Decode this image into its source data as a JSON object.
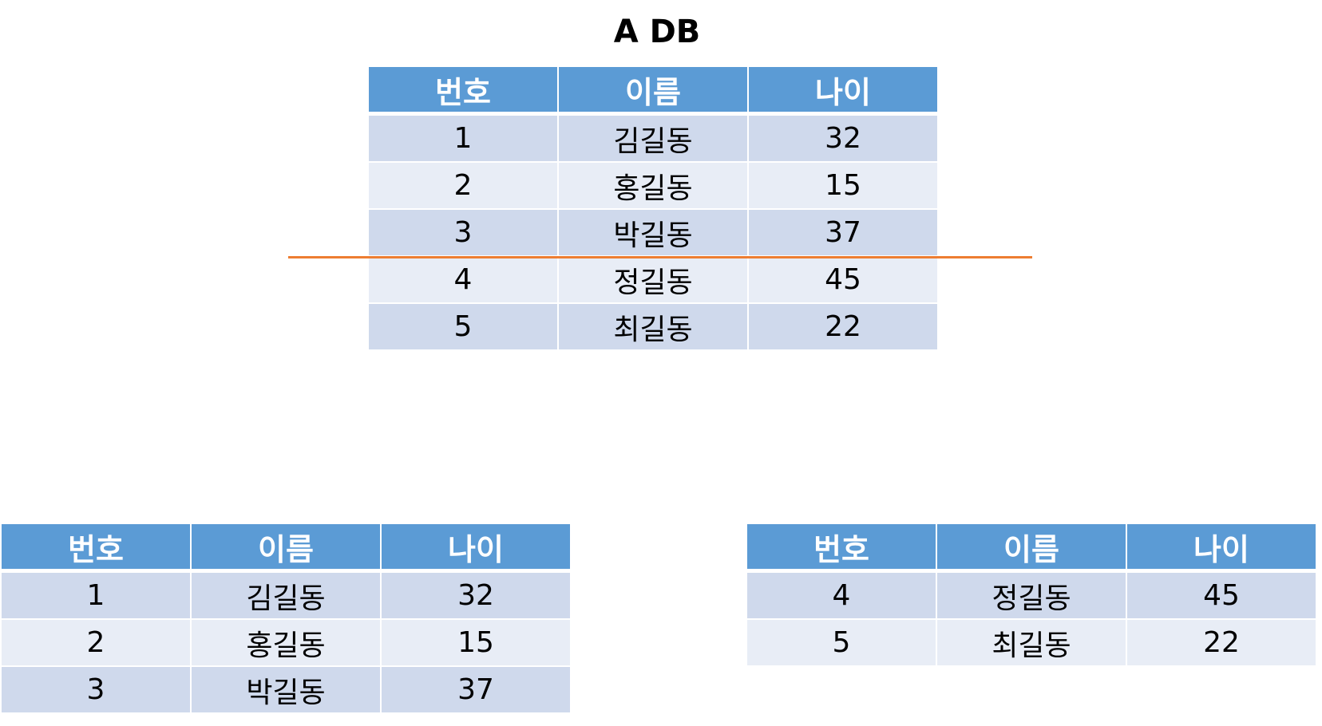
{
  "title": "A DB",
  "colors": {
    "header_bg": "#5b9bd5",
    "row_odd_bg": "#cfd9ec",
    "row_even_bg": "#e8edf6",
    "split_line": "#ed7d31"
  },
  "tables": {
    "top": {
      "headers": [
        "번호",
        "이름",
        "나이"
      ],
      "rows": [
        [
          "1",
          "김길동",
          "32"
        ],
        [
          "2",
          "홍길동",
          "15"
        ],
        [
          "3",
          "박길동",
          "37"
        ],
        [
          "4",
          "정길동",
          "45"
        ],
        [
          "5",
          "최길동",
          "22"
        ]
      ]
    },
    "left": {
      "headers": [
        "번호",
        "이름",
        "나이"
      ],
      "rows": [
        [
          "1",
          "김길동",
          "32"
        ],
        [
          "2",
          "홍길동",
          "15"
        ],
        [
          "3",
          "박길동",
          "37"
        ]
      ]
    },
    "right": {
      "headers": [
        "번호",
        "이름",
        "나이"
      ],
      "rows": [
        [
          "4",
          "정길동",
          "45"
        ],
        [
          "5",
          "최길동",
          "22"
        ]
      ]
    }
  }
}
